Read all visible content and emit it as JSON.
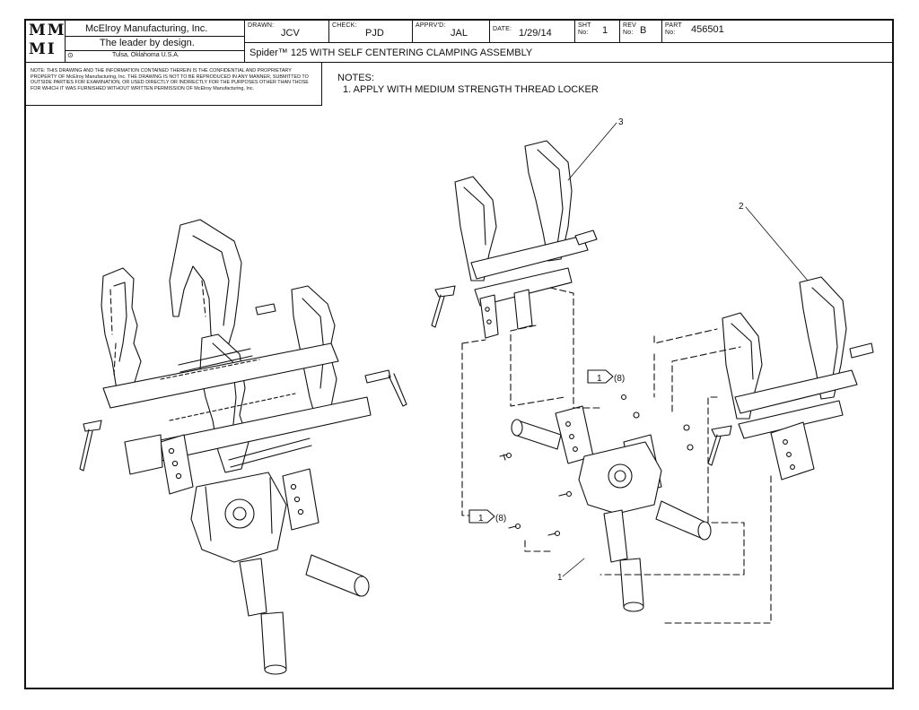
{
  "title_block": {
    "logo_text_top": "M M",
    "logo_text_bottom": "M I",
    "company": "McElroy Manufacturing, Inc.",
    "tagline": "The leader by design.",
    "location": "Tulsa, Oklahoma U.S.A.",
    "drawn_label": "DRAWN:",
    "drawn_value": "JCV",
    "check_label": "CHECK:",
    "check_value": "PJD",
    "approved_label": "APPRV'D:",
    "approved_value": "JAL",
    "date_label": "DATE:",
    "date_value": "1/29/14",
    "sheet_label_1": "SHT",
    "sheet_label_2": "No:",
    "sheet_value": "1",
    "rev_label_1": "REV",
    "rev_label_2": "No:",
    "rev_value": "B",
    "part_label_1": "PART",
    "part_label_2": "No:",
    "part_value": "456501",
    "drawing_title": "Spider™ 125 WITH SELF CENTERING CLAMPING ASSEMBLY",
    "confidential_note": "NOTE: THIS DRAWING AND THE INFORMATION CONTAINED THEREIN IS THE CONFIDENTIAL AND PROPRIETARY PROPERTY OF McElroy Manufacturing, Inc. THE DRAWING IS NOT TO BE REPRODUCED IN ANY MANNER, SUBMITTED TO OUTSIDE PARTIES FOR EXAMINATION, OR USED DIRECTLY OR INDIRECTLY FOR THE PURPOSES OTHER THAN THOSE FOR WHICH IT WAS FURNISHED WITHOUT WRITTEN PERMISSION OF McElroy Manufacturing, Inc."
  },
  "notes": {
    "heading": "NOTES:",
    "items": [
      "1. APPLY WITH MEDIUM STRENGTH THREAD LOCKER"
    ]
  },
  "callouts": {
    "balloon_1": "1",
    "balloon_2": "2",
    "balloon_3": "3",
    "note_flag_number": "1",
    "note_flag_qty": "(8)"
  },
  "colors": {
    "line": "#111111",
    "paper": "#ffffff",
    "shade": "#d8d8d8"
  }
}
